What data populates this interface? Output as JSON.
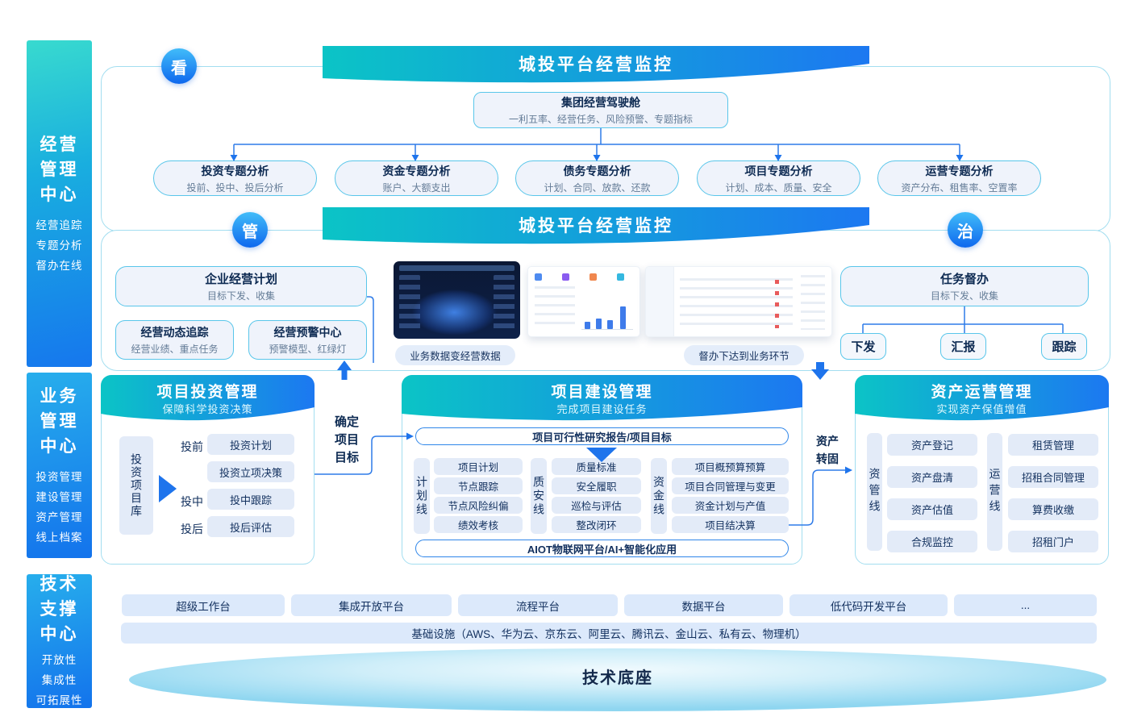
{
  "banners": {
    "top": "城投平台经营监控",
    "middle": "城投平台经营监控"
  },
  "badges": {
    "look": "看",
    "manage": "管",
    "govern": "治"
  },
  "sidebar": {
    "blocks": [
      {
        "title": "经营\n管理\n中心",
        "items": [
          "经营追踪",
          "专题分析",
          "督办在线"
        ]
      },
      {
        "title": "业务\n管理\n中心",
        "items": [
          "投资管理",
          "建设管理",
          "资产管理",
          "线上档案"
        ]
      },
      {
        "title": "技术\n支撑\n中心",
        "items": [
          "开放性",
          "集成性",
          "可拓展性"
        ]
      }
    ]
  },
  "cockpit": {
    "title": "集团经营驾驶舱",
    "subtitle": "一利五率、经营任务、风险预警、专题指标"
  },
  "analysis": [
    {
      "title": "投资专题分析",
      "subtitle": "投前、投中、投后分析"
    },
    {
      "title": "资金专题分析",
      "subtitle": "账户、大额支出"
    },
    {
      "title": "债务专题分析",
      "subtitle": "计划、合同、放款、还款"
    },
    {
      "title": "项目专题分析",
      "subtitle": "计划、成本、质量、安全"
    },
    {
      "title": "运营专题分析",
      "subtitle": "资产分布、租售率、空置率"
    }
  ],
  "manage": {
    "plan": {
      "title": "企业经营计划",
      "subtitle": "目标下发、收集"
    },
    "tracking": {
      "title": "经营动态追踪",
      "subtitle": "经营业绩、重点任务"
    },
    "warning": {
      "title": "经营预警中心",
      "subtitle": "预警模型、红绿灯"
    },
    "data_pill": "业务数据变经营数据",
    "supervise_pill": "督办下达到业务环节",
    "task": {
      "title": "任务督办",
      "subtitle": "目标下发、收集"
    },
    "actions": [
      "下发",
      "汇报",
      "跟踪"
    ]
  },
  "flow_labels": {
    "target": "确定\n项目\n目标",
    "transfer": "资产\n转固"
  },
  "business": {
    "investment": {
      "title": "项目投资管理",
      "subtitle": "保障科学投资决策",
      "library": "投资项目库",
      "stage_labels": [
        "投前",
        "投中",
        "投后"
      ],
      "items": [
        "投资计划",
        "投资立项决策",
        "投中跟踪",
        "投后评估"
      ]
    },
    "construction": {
      "title": "项目建设管理",
      "subtitle": "完成项目建设任务",
      "top_bar": "项目可行性研究报告/项目目标",
      "bottom_bar": "AIOT物联网平台/AI+智能化应用",
      "lines": [
        {
          "label": "计划线",
          "items": [
            "项目计划",
            "节点跟踪",
            "节点风险纠偏",
            "绩效考核"
          ]
        },
        {
          "label": "质安线",
          "items": [
            "质量标准",
            "安全履职",
            "巡检与评估",
            "整改闭环"
          ]
        },
        {
          "label": "资金线",
          "items": [
            "项目概预算预算",
            "项目合同管理与变更",
            "资金计划与产值",
            "项目结决算"
          ]
        }
      ]
    },
    "asset": {
      "title": "资产运营管理",
      "subtitle": "实现资产保值增值",
      "lines": [
        {
          "label": "资管线",
          "items": [
            "资产登记",
            "资产盘清",
            "资产估值",
            "合规监控"
          ]
        },
        {
          "label": "运营线",
          "items": [
            "租赁管理",
            "招租合同管理",
            "算费收缴",
            "招租门户"
          ]
        }
      ]
    }
  },
  "tech": {
    "platforms": [
      "超级工作台",
      "集成开放平台",
      "流程平台",
      "数据平台",
      "低代码开发平台",
      "..."
    ],
    "infrastructure": "基础设施（AWS、华为云、京东云、阿里云、腾讯云、金山云、私有云、物理机）",
    "base": "技术底座"
  },
  "colors": {
    "accent_teal": "#0BC4C6",
    "accent_blue": "#1C78F1",
    "line_blue": "#2E7BE8",
    "box_fill": "#EFF3FB",
    "chip_fill": "#E3EBF8",
    "platform_fill": "#DCE9FB",
    "border_cyan": "#59C6EA"
  }
}
